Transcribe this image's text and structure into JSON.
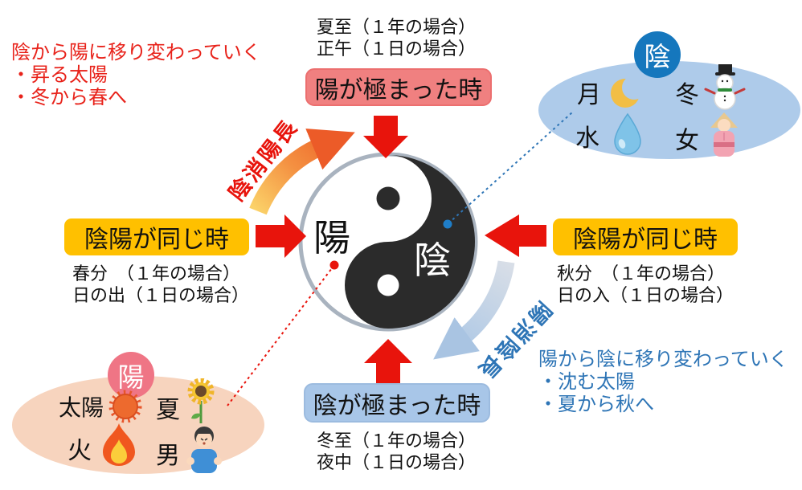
{
  "colors": {
    "red_accent": "#e8221a",
    "blue_accent": "#2e75b6",
    "peak_yang_box": "#f08080",
    "equal_box": "#ffc000",
    "peak_yin_box": "#a8c6e8",
    "yin_ellipse": "#aecbea",
    "yang_ellipse": "#f7d4be",
    "yin_badge": "#1577bd",
    "yang_badge": "#ef7585",
    "arrow_red": "#e8140c",
    "arrow_blue": "#afc9e5",
    "arrow_orange_start": "#fbd168",
    "arrow_orange_end": "#ee6a2c"
  },
  "taiji": {
    "yang": "陽",
    "yin": "陰"
  },
  "top": {
    "caption1": "夏至（１年の場合）",
    "caption2": "正午（１日の場合）",
    "box": "陽が極まった時"
  },
  "left": {
    "box": "陰陽が同じ時",
    "caption1": "春分　（１年の場合）",
    "caption2": "日の出（１日の場合）"
  },
  "right": {
    "box": "陰陽が同じ時",
    "caption1": "秋分　（１年の場合）",
    "caption2": "日の入（１日の場合）"
  },
  "bottom": {
    "box": "陰が極まった時",
    "caption1": "冬至（１年の場合）",
    "caption2": "夜中（１日の場合）"
  },
  "notes": {
    "yin_to_yang": {
      "title": "陰から陽に移り変わっていく",
      "items": [
        "・昇る太陽",
        "・冬から春へ"
      ]
    },
    "yang_to_yin": {
      "title": "陽から陰に移り変わっていく",
      "items": [
        "・沈む太陽",
        "・夏から秋へ"
      ]
    }
  },
  "arc_labels": {
    "yin_wanes_yang_waxes": "陰消陽長",
    "yang_wanes_yin_waxes": "陽消陰長"
  },
  "yin_group": {
    "badge": "陰",
    "items": [
      {
        "label": "月",
        "icon": "moon-icon"
      },
      {
        "label": "冬",
        "icon": "snowman-icon"
      },
      {
        "label": "水",
        "icon": "waterdrop-icon"
      },
      {
        "label": "女",
        "icon": "woman-icon"
      }
    ]
  },
  "yang_group": {
    "badge": "陽",
    "items": [
      {
        "label": "太陽",
        "icon": "sun-icon"
      },
      {
        "label": "夏",
        "icon": "sunflower-icon"
      },
      {
        "label": "火",
        "icon": "fire-icon"
      },
      {
        "label": "男",
        "icon": "boy-icon"
      }
    ]
  }
}
